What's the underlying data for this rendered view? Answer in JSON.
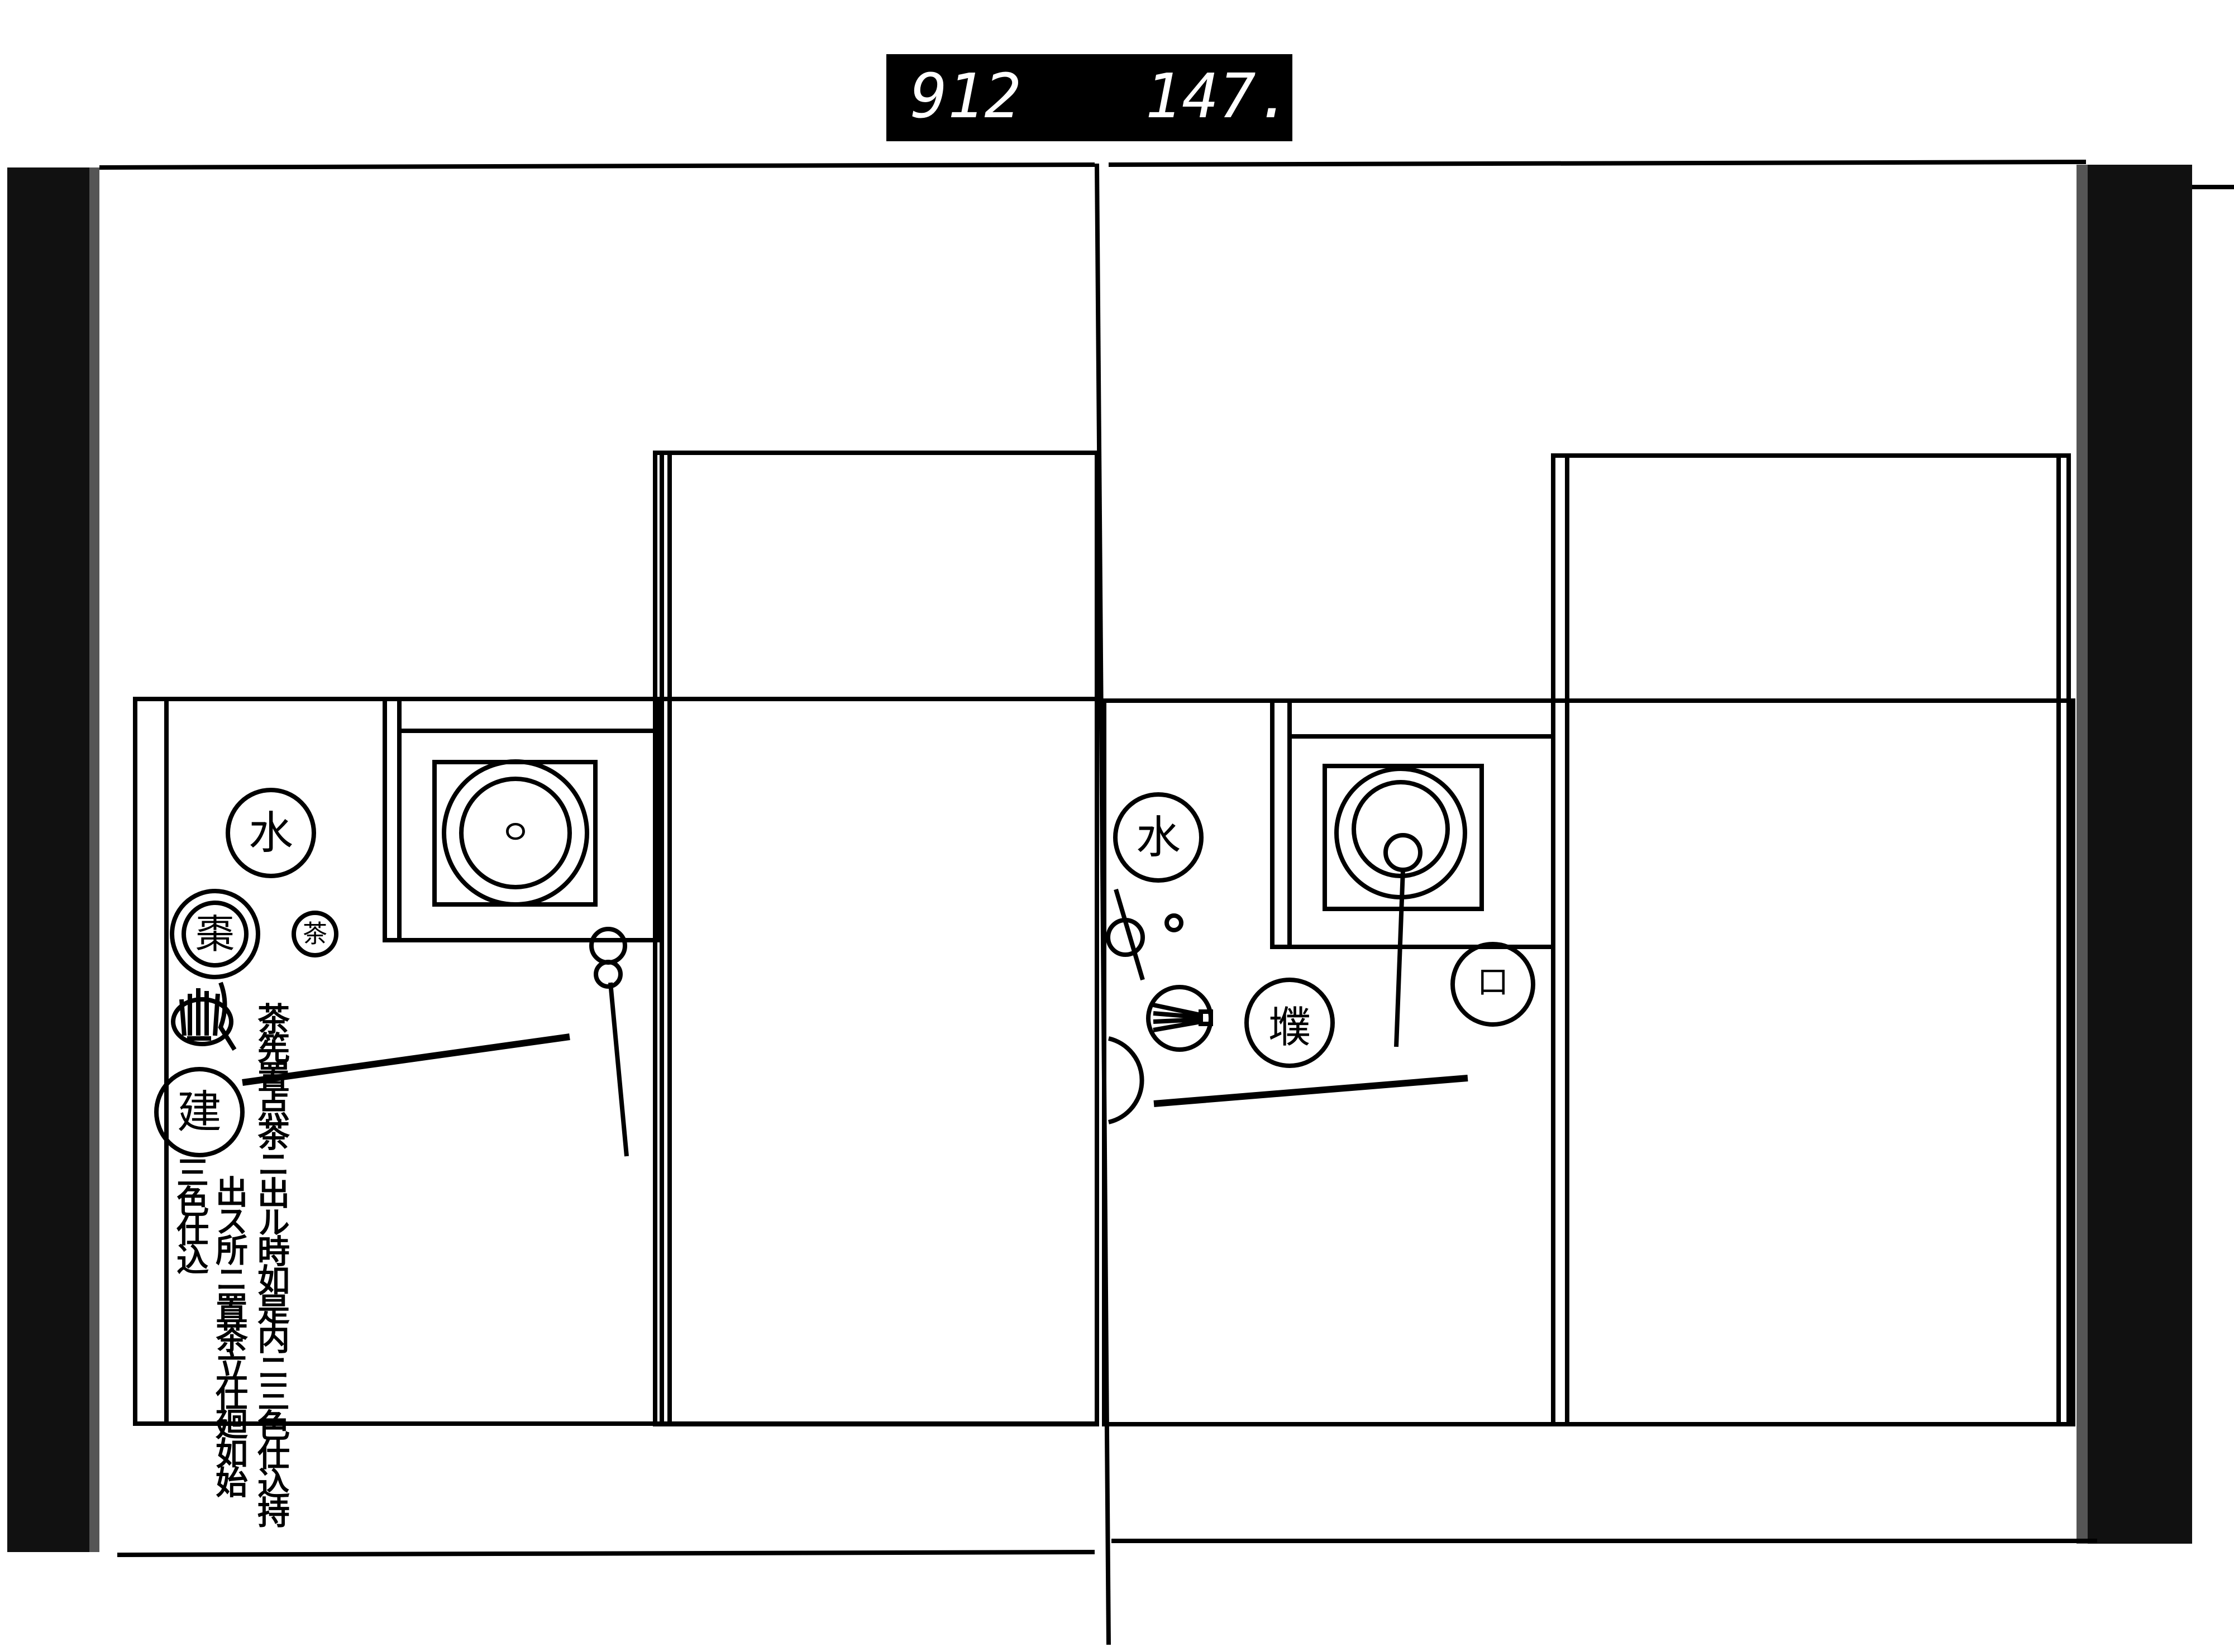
{
  "film_label": {
    "reel": "912",
    "frame": "147."
  },
  "left_page": {
    "utensils": {
      "water_jar": "水",
      "tea": "茶",
      "tea_caddy": "棗",
      "waste_bowl": "建"
    },
    "notes": [
      "茶筅置点茶ニ出ル時如是内ニ三色仕込持",
      "出ス所ニ置茶立仕廻如始",
      "三色仕込"
    ],
    "kettle_mark": "ㅇ"
  },
  "right_page": {
    "utensils": {
      "water_jar": "水",
      "tea_bowl": "㙸",
      "lid_rest": "口"
    }
  }
}
